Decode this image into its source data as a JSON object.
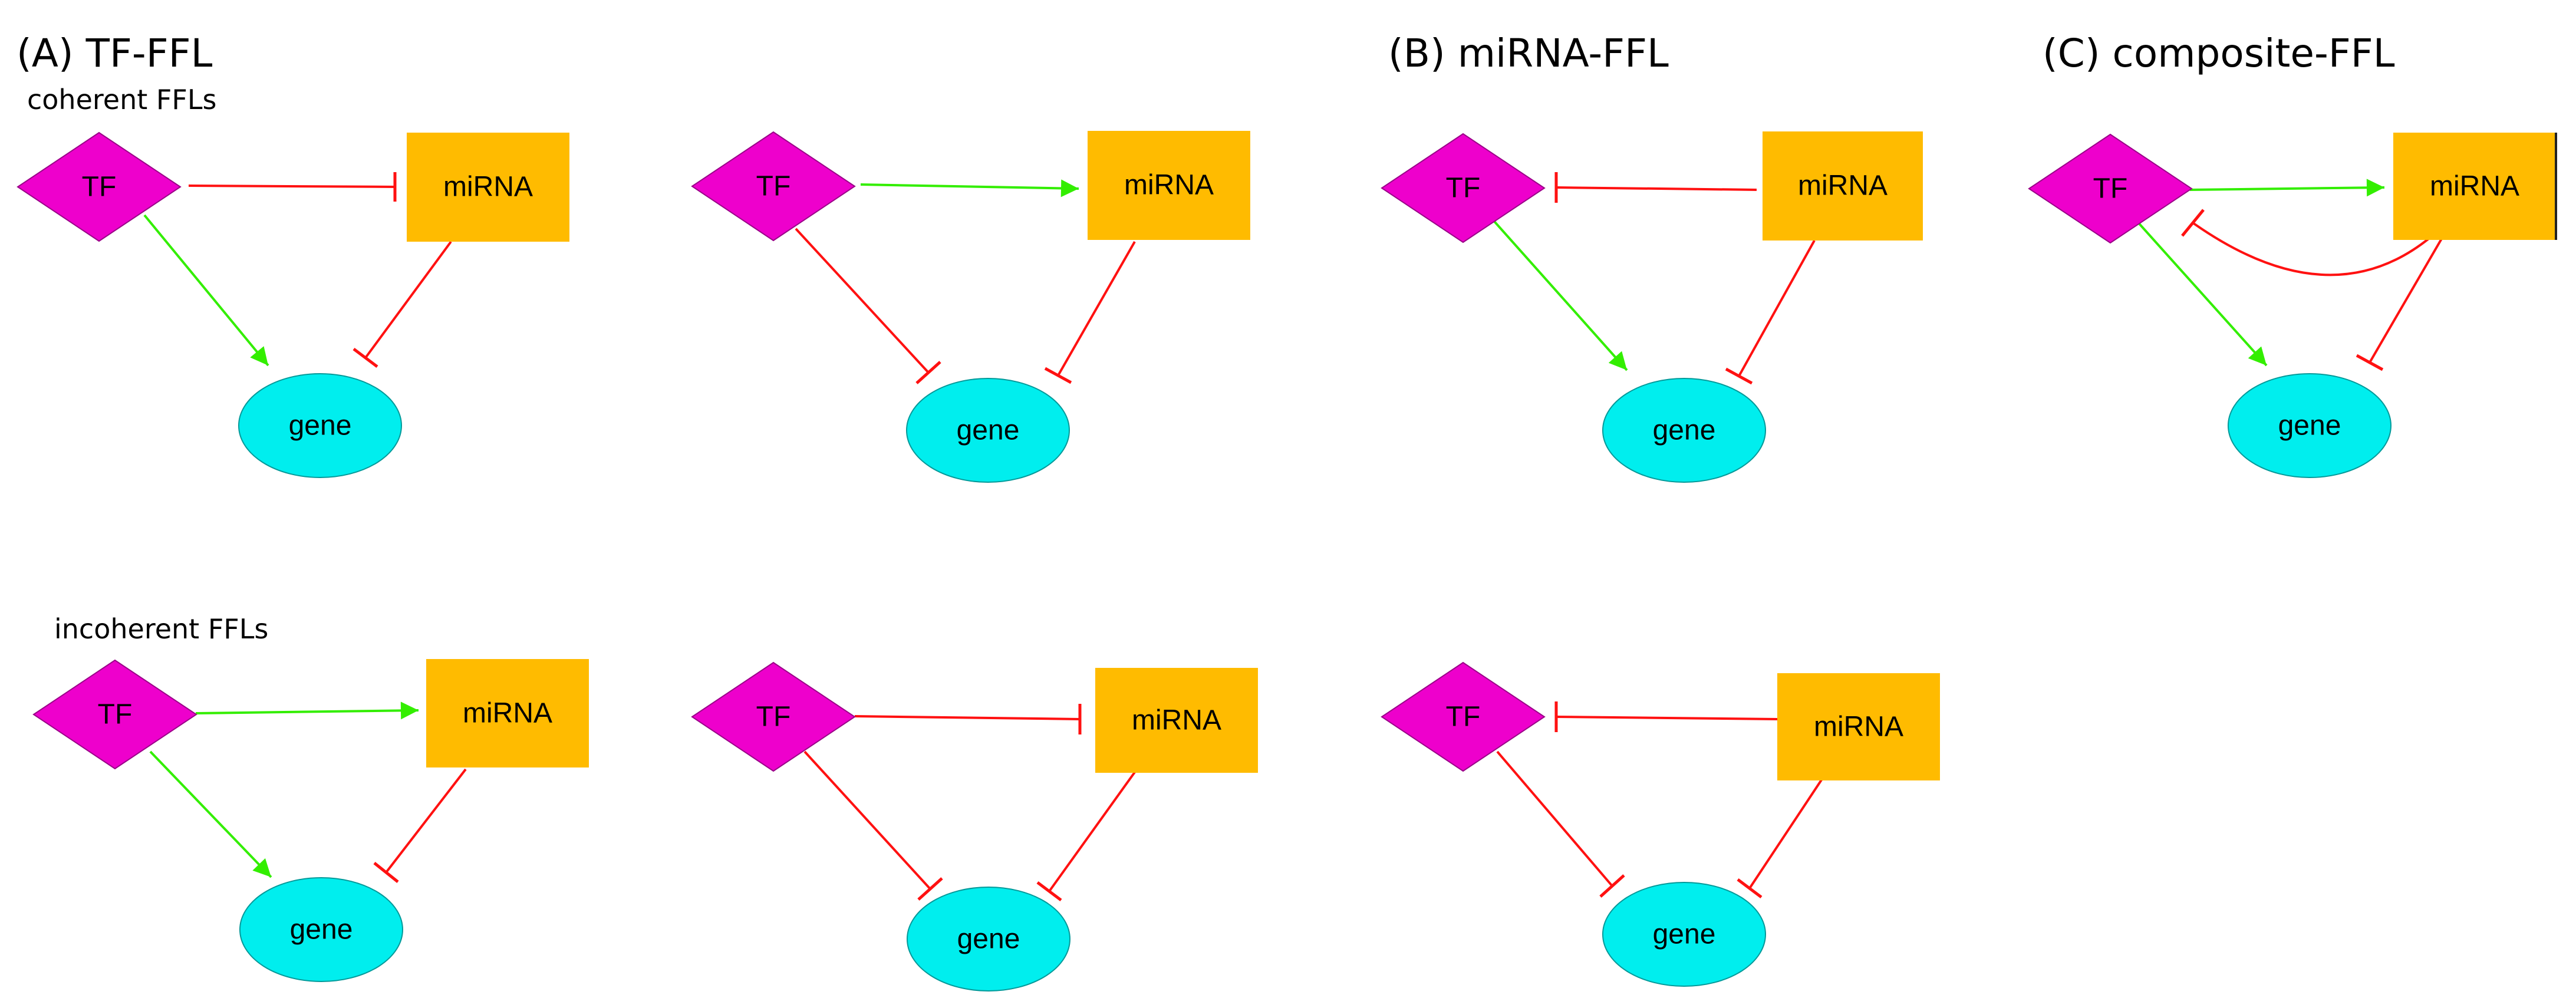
{
  "panels": {
    "a": {
      "title": "(A) TF-FFL"
    },
    "b": {
      "title": "(B) miRNA-FFL"
    },
    "c": {
      "title": "(C) composite-FFL"
    }
  },
  "sections": {
    "coherent": "coherent FFLs",
    "incoherent": "incoherent FFLs"
  },
  "node_labels": {
    "tf": "TF",
    "mirna": "miRNA",
    "gene": "gene"
  },
  "legend_colors": {
    "activation": "#33ee00",
    "repression": "#ff1111",
    "tf_fill": "#ee00cc",
    "mirna_fill": "#ffbb00",
    "gene_fill": "#00eeee"
  },
  "motifs": [
    {
      "id": "a-coherent-1",
      "edges": {
        "tf_mirna": "repression",
        "tf_gene": "activation",
        "mirna_gene": "repression"
      }
    },
    {
      "id": "a-coherent-2",
      "edges": {
        "tf_mirna": "activation",
        "tf_gene": "repression",
        "mirna_gene": "repression"
      }
    },
    {
      "id": "b-coherent",
      "edges": {
        "mirna_tf": "repression",
        "tf_gene": "activation",
        "mirna_gene": "repression"
      }
    },
    {
      "id": "c-composite",
      "edges": {
        "tf_mirna": "activation",
        "mirna_tf": "repression",
        "tf_gene": "activation",
        "mirna_gene": "repression"
      }
    },
    {
      "id": "a-incoherent-1",
      "edges": {
        "tf_mirna": "activation",
        "tf_gene": "activation",
        "mirna_gene": "repression"
      }
    },
    {
      "id": "a-incoherent-2",
      "edges": {
        "tf_mirna": "repression",
        "tf_gene": "repression",
        "mirna_gene": "repression"
      }
    },
    {
      "id": "b-incoherent",
      "edges": {
        "mirna_tf": "repression",
        "tf_gene": "repression",
        "mirna_gene": "repression"
      }
    }
  ]
}
